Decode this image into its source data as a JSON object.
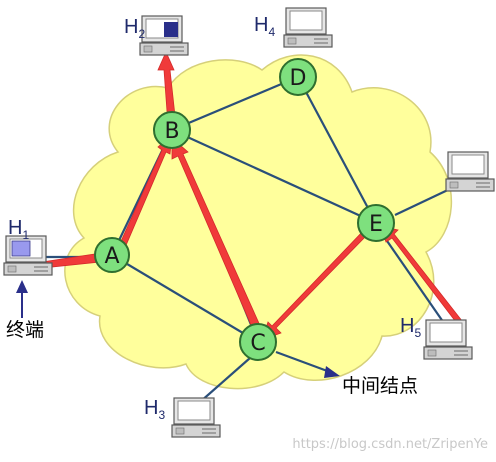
{
  "nodes": {
    "a": "A",
    "b": "B",
    "d": "D",
    "e": "E",
    "c": "C"
  },
  "hosts": {
    "h1_main": "H",
    "h1_sub": "1",
    "h2_main": "H",
    "h2_sub": "2",
    "h3_main": "H",
    "h3_sub": "3",
    "h4_main": "H",
    "h4_sub": "4",
    "h5_main": "H",
    "h5_sub": "5"
  },
  "labels": {
    "terminal": "终端",
    "intermediate_node": "中间结点"
  },
  "watermark": "https://blog.csdn.net/ZripenYe",
  "colors": {
    "cloud": "#ffff9c",
    "cloud_stroke": "#d6d07a",
    "node_fill": "#7ee07e",
    "node_stroke": "#2f6f2f",
    "link": "#2a4f7a",
    "arrow": "#f03a3a",
    "arrow_dark": "#2a2f8a"
  }
}
